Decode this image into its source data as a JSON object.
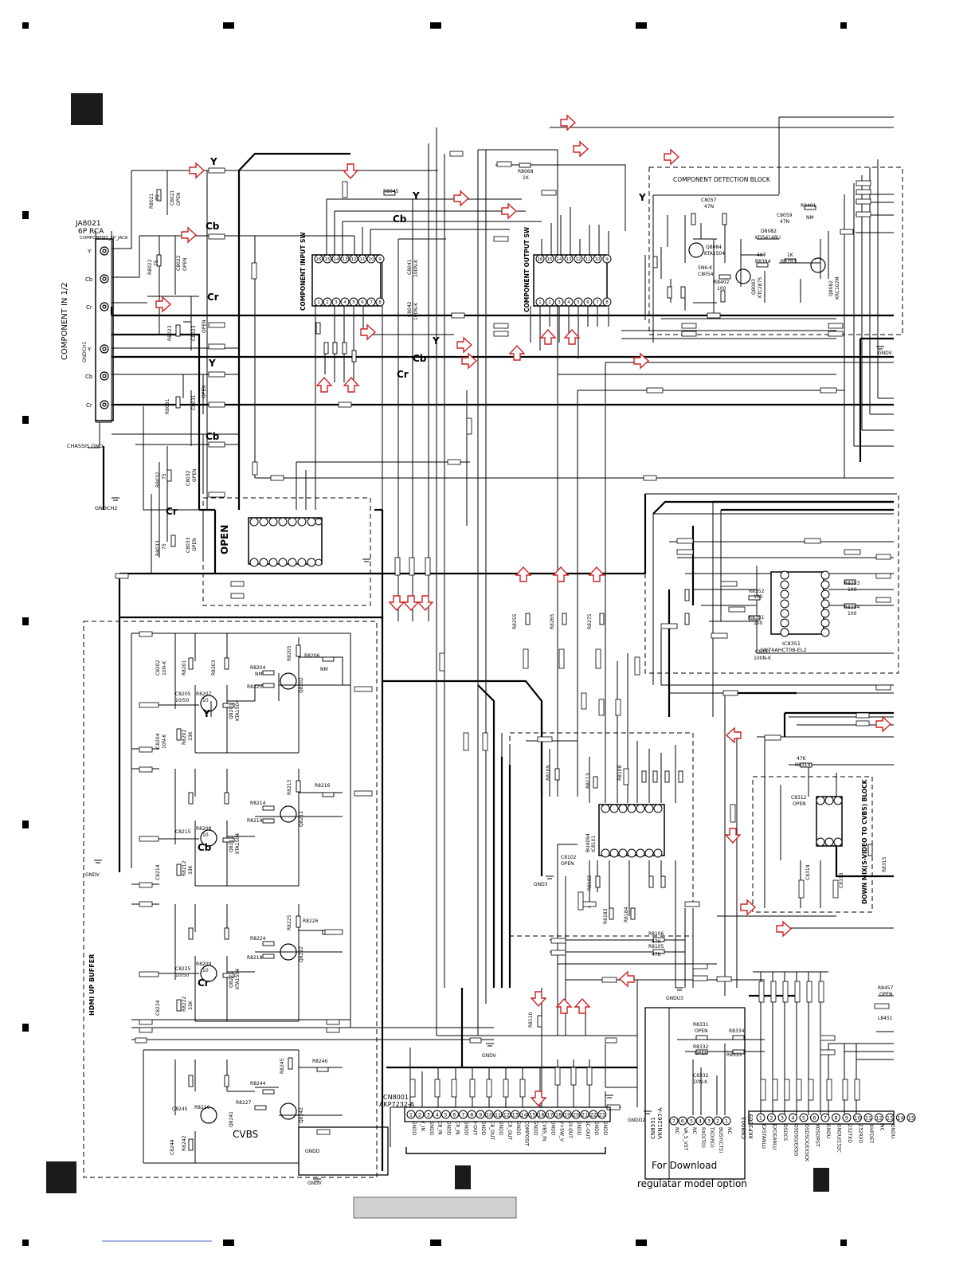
{
  "labels": {
    "connector": "JA8021",
    "connector_type": "6P RCA",
    "connector_sub": "COMPONENT_2P_JACK",
    "side_title": "COMPONENT IN 1/2",
    "chassis": "CHASSIS GND",
    "gndch2": "GNDCH2",
    "gndch1": "GNDCH1",
    "y": "Y",
    "cb": "Cb",
    "cr": "Cr",
    "open": "OPEN",
    "cvbs": "CVBS",
    "detection_block": "COMPONENT DETECTION BLOCK",
    "input_sw": "COMPONENT INPUT SW",
    "output_sw": "COMPONENT OUTPUT SW",
    "hdmi_buffer": "HDMI UP BUFFER",
    "downmix_block": "DOWN MIX(S-VIDEO TO CVBS) BLOCK",
    "for_download": "For Download",
    "regulator": "regulatar model option",
    "cn8001": "CN8001",
    "cn8001_part": "AKP7232-A",
    "cn8331": "CN8331",
    "cn8331_part": "VKN1267-A",
    "cn8003": "CN8003",
    "cn8003_part": "XKP3069",
    "ic8351": "IC8351",
    "ic8351_part": "SN74AHCT08-EL2",
    "ic8101": "IC8101",
    "ic8101_part": "BU4094",
    "gndv": "GNDV",
    "gndd": "GNDD",
    "gnd3": "GND3",
    "gndd2": "GNDD2",
    "gndu3": "GNDU3"
  },
  "components": {
    "r8021": "R8021",
    "r8021_v": "75",
    "c8021": "C8021",
    "r8022": "R8022",
    "r8022_v": "75",
    "c8022": "C8022",
    "r8023": "R8023",
    "c8023": "C8023",
    "r8031": "R8031",
    "c8031": "C8031",
    "r8032": "R8032",
    "r8032_v": "75",
    "c8032": "C8032",
    "r8033": "R8033",
    "r8033_v": "75",
    "c8033": "C8033",
    "r8045": "R8045",
    "r8068": "R8068",
    "r8068_v": "1K",
    "c8041": "C8041",
    "c8041_v": "100N-K",
    "c8042": "C8042",
    "c8042_v": "100N-K",
    "c8057": "C8057",
    "c8057_v": "47N",
    "c8059": "C8059",
    "c8059_v": "47N",
    "r8401": "R8401",
    "r8401_v": "NM",
    "q8084": "Q8084",
    "q8084_v": "KTA1504",
    "q8082": "Q8082",
    "q8082_v": "KRC102M",
    "q8083": "Q8083",
    "q8083_v": "KTC2875",
    "d8082": "D8082",
    "d8082_v": "KDS4148U",
    "r8404": "R8404",
    "c8054": "C8054",
    "c8054_v": "5N6-K",
    "r8402": "R8402",
    "r8402_v": "100",
    "r8394": "R8394",
    "r8394_v": "4K7",
    "r8393": "R8393",
    "r8393_v": "1K",
    "r8201": "R8201",
    "r8203": "R8203",
    "r8204": "R8204",
    "r8204_v": "NM",
    "r8205": "R8205",
    "r8206": "R8206",
    "r8206_v": "NM",
    "c8202": "C8202",
    "c8202_v": "10N-K",
    "c8205": "C8205",
    "c8205_v": "10/50",
    "r8207": "R8207",
    "r8207_v": "10",
    "r8220": "R8220",
    "q8201": "Q8201",
    "q8201_v": "KTA1504",
    "q8202": "Q8202",
    "c8204": "C8204",
    "c8204_v": "10N-K",
    "r8202": "R8202",
    "r8202_v": "33K",
    "r8215": "R8215",
    "r8216": "R8216",
    "r8214": "R8214",
    "r8219": "R8219",
    "q8211": "Q8211",
    "q8211_v": "KTA1504",
    "q8212": "Q8212",
    "c8215": "C8215",
    "r8208": "R8208",
    "r8208_v": "10",
    "c8214": "C8214",
    "r8212": "R8212",
    "r8212_v": "33K",
    "r8225": "R8225",
    "r8226": "R8226",
    "r8224": "R8224",
    "r8218": "R8218",
    "q8221": "Q8221",
    "q8221_v": "KTA1504",
    "q8222": "Q8222",
    "c8225": "C8225",
    "c8225_v": "10/50",
    "r8209": "R8209",
    "r8209_v": "10",
    "c8224": "C8224",
    "r8222": "R8222",
    "r8222_v": "33K",
    "r8245": "R8245",
    "r8246": "R8246",
    "r8244": "R8244",
    "r8227": "R8227",
    "q8241": "Q8241",
    "q8242": "Q8242",
    "c8245": "C8245",
    "r8210": "R8210",
    "c8244": "C8244",
    "r8242": "R8242",
    "r8255": "R8255",
    "r8265": "R8265",
    "r8275": "R8275",
    "r8352": "R8352",
    "r8352_v": "100",
    "r8351": "R8351",
    "r8351_v": "100",
    "r8353": "R8353",
    "r8353_v": "100",
    "r8354": "R8354",
    "r8354_v": "100",
    "c8351": "C8351",
    "c8351_v": "100N-K",
    "r8109": "R8109",
    "r8113": "R8113",
    "r8108": "R8108",
    "c8102": "C8102",
    "r8182": "R8182",
    "r8183": "R8183",
    "r8184": "R8184",
    "r8106": "R8106",
    "r8106_v": "47K",
    "r8105": "R8105",
    "r8105_v": "47K",
    "r8110": "R8110",
    "r8314": "R8314",
    "r8314_v": "47K",
    "c8312": "C8312",
    "c8313": "C8313",
    "c8314": "C8314",
    "r8315": "R8315",
    "r8331": "R8331",
    "r8332": "R8332",
    "r8333": "R8333",
    "r8334": "R8334",
    "c8332": "C8332",
    "c8332_v": "10N-K",
    "r8457": "R8457",
    "l8451": "L8451"
  },
  "cn8001_pins": [
    "1",
    "2",
    "3",
    "4",
    "5",
    "6",
    "7",
    "8",
    "9",
    "10",
    "11",
    "12",
    "13",
    "14",
    "15",
    "16",
    "17",
    "18",
    "19",
    "20",
    "21",
    "22",
    "23"
  ],
  "cn8001_signals": [
    "GNDD",
    "Y_IN",
    "GNDD",
    "CB_IN",
    "GNDD",
    "CR_IN",
    "GNDD",
    "Y-OUT",
    "GNDD",
    "CB_OUT",
    "GNDD",
    "CR_OUT",
    "GNDD",
    "COMPOSIT",
    "GNDD",
    "CVBS_IN",
    "GNDD",
    "V+SW_V",
    "SY-OUT",
    "GNDD",
    "SC-OUT",
    "GNDD",
    "GNDD"
  ],
  "cn8331_pins": [
    "7",
    "6",
    "5",
    "4",
    "3",
    "2",
    "1"
  ],
  "cn8331_signals": [
    "NC",
    "VA_5_VST",
    "NC",
    "RXD(TO)",
    "TXD(RD)",
    "BUSY(CTS)",
    "NC"
  ],
  "cn8003_pins": [
    "1",
    "2",
    "3",
    "4",
    "5",
    "6",
    "7",
    "8",
    "9",
    "10",
    "11",
    "12",
    "13",
    "14",
    "15"
  ],
  "cn8003_signals": [
    "EXSTANLU",
    "EXDEANLU",
    "OSDCS",
    "OSDSO/EXSO",
    "OSDSCK/EXSCK",
    "XOSDRST",
    "GNDU",
    "GNDU/232C",
    "232TXD",
    "232RXD",
    "XHPDET",
    "NC",
    "GNDU"
  ]
}
